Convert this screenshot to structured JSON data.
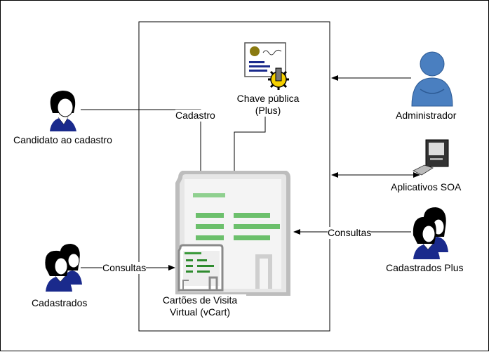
{
  "labels": {
    "candidato": "Candidato ao cadastro",
    "cadastro": "Cadastro",
    "chave_line1": "Chave pública",
    "chave_line2": "(Plus)",
    "administrador": "Administrador",
    "aplicativos_soa": "Aplicativos SOA",
    "consultas_right": "Consultas",
    "cadastrados_plus": "Cadastrados Plus",
    "consultas_left": "Consultas",
    "cadastrados": "Cadastrados",
    "vcart_line1": "Cartões de Visita",
    "vcart_line2": "Virtual (vCart)"
  },
  "icons": {
    "candidato": "person-icon",
    "administrador": "admin-user-icon",
    "aplicativos_soa": "computer-icon",
    "cadastrados_plus": "people-group-icon",
    "cadastrados": "people-group-icon",
    "chave_publica": "certificate-key-icon",
    "database": "database-building-icon",
    "vcart": "vcard-icon"
  },
  "colors": {
    "line": "#000000",
    "person_face": "#ffffff",
    "person_shirt": "#1a2a8c",
    "admin_blue": "#4a7fc0",
    "building_gray": "#d9d9d9",
    "accent_green": "#5cb85c",
    "card_green": "#2e8b2e",
    "gear_yellow": "#f5d000"
  }
}
